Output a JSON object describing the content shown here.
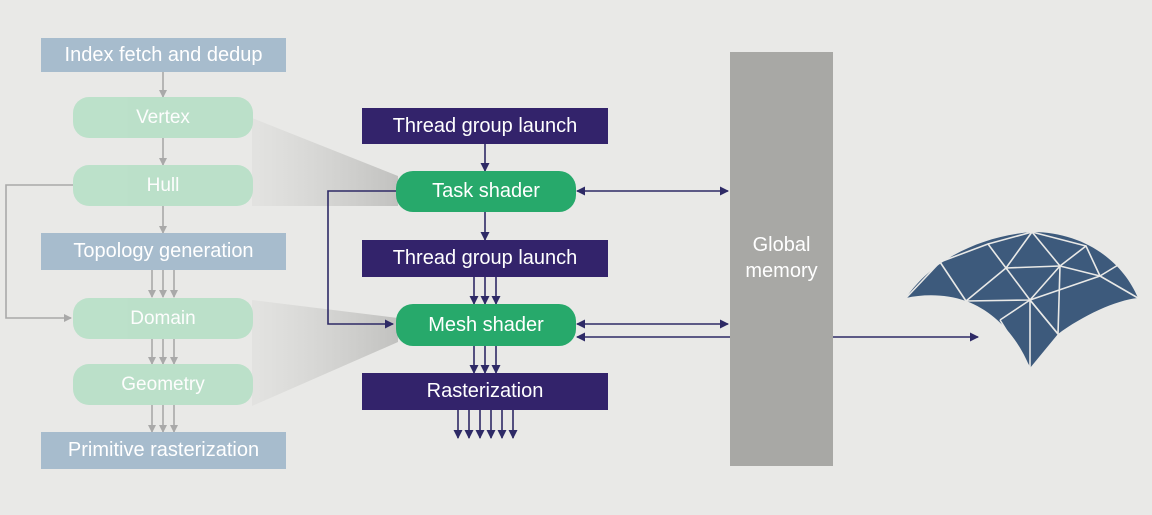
{
  "legacy_pipeline": {
    "index_fetch": "Index fetch and dedup",
    "vertex": "Vertex",
    "hull": "Hull",
    "topology": "Topology generation",
    "domain": "Domain",
    "geometry": "Geometry",
    "raster": "Primitive rasterization"
  },
  "mesh_pipeline": {
    "launch_1": "Thread group launch",
    "task_shader": "Task shader",
    "launch_2": "Thread group launch",
    "mesh_shader": "Mesh shader",
    "raster": "Rasterization"
  },
  "memory": {
    "label": "Global memory"
  },
  "colors": {
    "background": "#e9e9e7",
    "legacy_rect": "#a7bccd",
    "legacy_pill": "#b9e0c8",
    "mesh_rect": "#33236b",
    "mesh_pill": "#27a96b",
    "memory_bar": "#a8a8a5",
    "arrow": "#2e2a66",
    "mesh_model": "#3d5a7c"
  }
}
